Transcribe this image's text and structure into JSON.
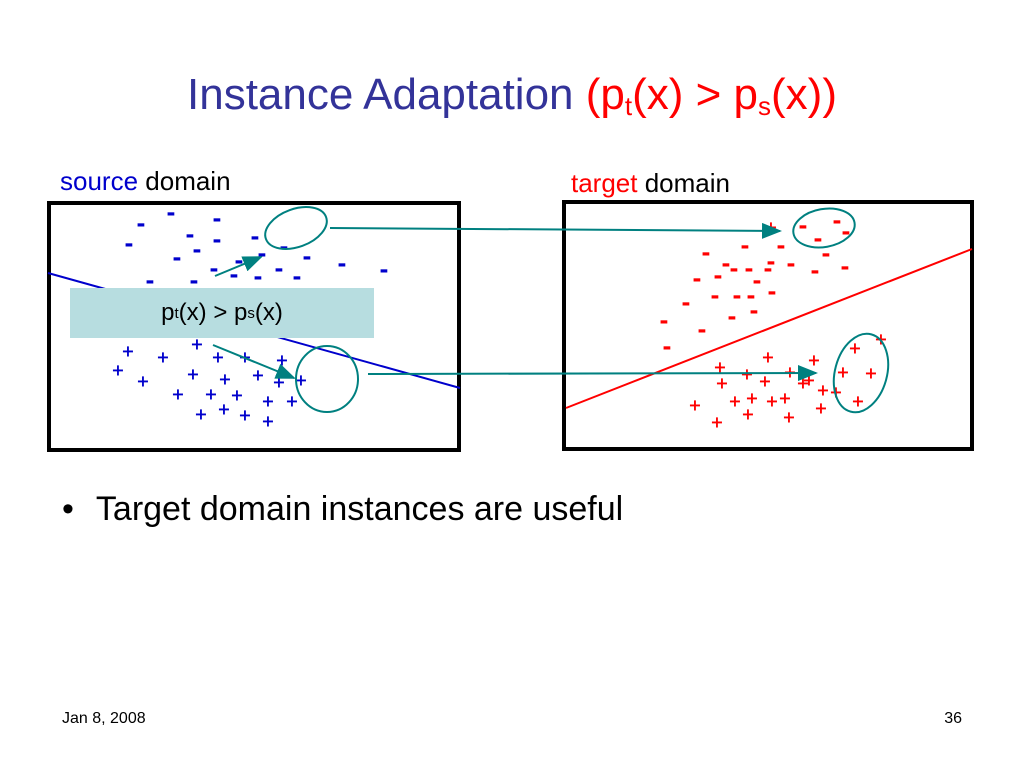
{
  "slide": {
    "title_main": "Instance Adaptation ",
    "title_formula": {
      "open": "(p",
      "sub1": "t",
      "mid": "(x) > p",
      "sub2": "s",
      "close": "(x))"
    },
    "source_label": {
      "colored": "source",
      "rest": " domain"
    },
    "target_label": {
      "colored": "target",
      "rest": " domain"
    },
    "callout": {
      "p1": "p",
      "sub1": "t",
      "mid": "(x) > p",
      "sub2": "s",
      "end": "(x)"
    },
    "bullet_marker": "•",
    "bullet_text": "Target domain instances are useful",
    "footer_date": "Jan 8, 2008",
    "page_number": "36"
  },
  "colors": {
    "title": "#333399",
    "formula": "#ff0000",
    "source_points": "#0000cc",
    "target_points": "#ff0000",
    "connector": "#008080",
    "callout_bg": "#b7dde0"
  },
  "symbols": {
    "negative": "-",
    "positive": "+"
  }
}
